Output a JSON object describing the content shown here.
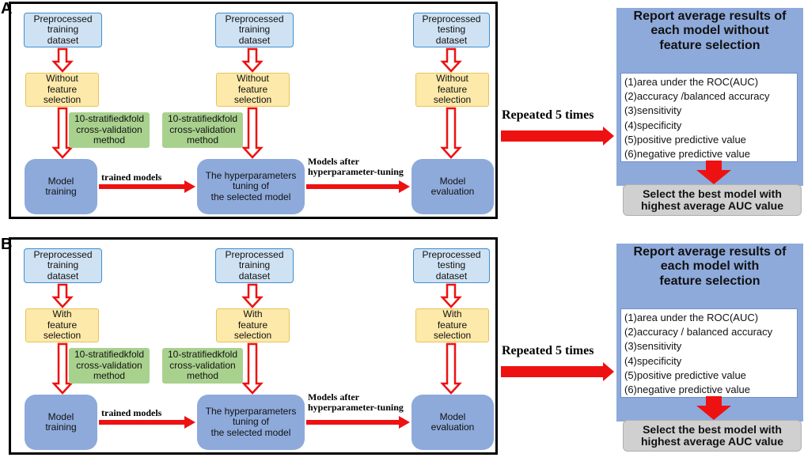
{
  "panels": [
    {
      "letter": "A",
      "inputs": {
        "train1": "Preprocessed\ntraining\ndataset",
        "train2": "Preprocessed\ntraining\ndataset",
        "test": "Preprocessed\ntesting\ndataset"
      },
      "feature_step": "Without\nfeature\nselection",
      "cv_method": "10-stratifiedkfold\ncross-validation\nmethod",
      "model_training": "Model\ntraining",
      "tuning": "The hyperparameters\ntuning of\nthe selected model",
      "evaluation": "Model\nevaluation",
      "trained_models_label": "trained models",
      "after_tuning_label": "Models after\nhyperparameter-tuning",
      "repeat_label": "Repeated 5 times",
      "report_title": "Report average results of\neach model without\nfeature selection",
      "metrics": [
        "(1)area under the ROC(AUC)",
        "(2)accuracy /balanced accuracy",
        "(3)sensitivity",
        "(4)specificity",
        "(5)positive predictive value",
        "(6)negative predictive value"
      ],
      "best_model": "Select the best model with\nhighest average AUC value"
    },
    {
      "letter": "B",
      "inputs": {
        "train1": "Preprocessed\ntraining\ndataset",
        "train2": "Preprocessed\ntraining\ndataset",
        "test": "Preprocessed\ntesting\ndataset"
      },
      "feature_step": "With\nfeature\nselection",
      "cv_method": "10-stratifiedkfold\ncross-validation\nmethod",
      "model_training": "Model\ntraining",
      "tuning": "The hyperparameters\ntuning of\nthe selected model",
      "evaluation": "Model\nevaluation",
      "trained_models_label": "trained models",
      "after_tuning_label": "Models after\nhyperparameter-tuning",
      "repeat_label": "Repeated 5 times",
      "report_title": "Report average results of\neach model with\nfeature selection",
      "metrics": [
        "(1)area under the ROC(AUC)",
        "(2)accuracy / balanced accuracy",
        "(3)sensitivity",
        "(4)specificity",
        "(5)positive predictive value",
        "(6)negative predictive value"
      ],
      "best_model": "Select the best model with\nhighest average AUC value"
    }
  ],
  "colors": {
    "arrow_red": "#ee1111",
    "input_blue": "#cfe2f3",
    "feature_yellow": "#fde9a9",
    "cv_green": "#a9d18e",
    "process_blue": "#8eaadb",
    "result_gray": "#d0d0d0"
  }
}
